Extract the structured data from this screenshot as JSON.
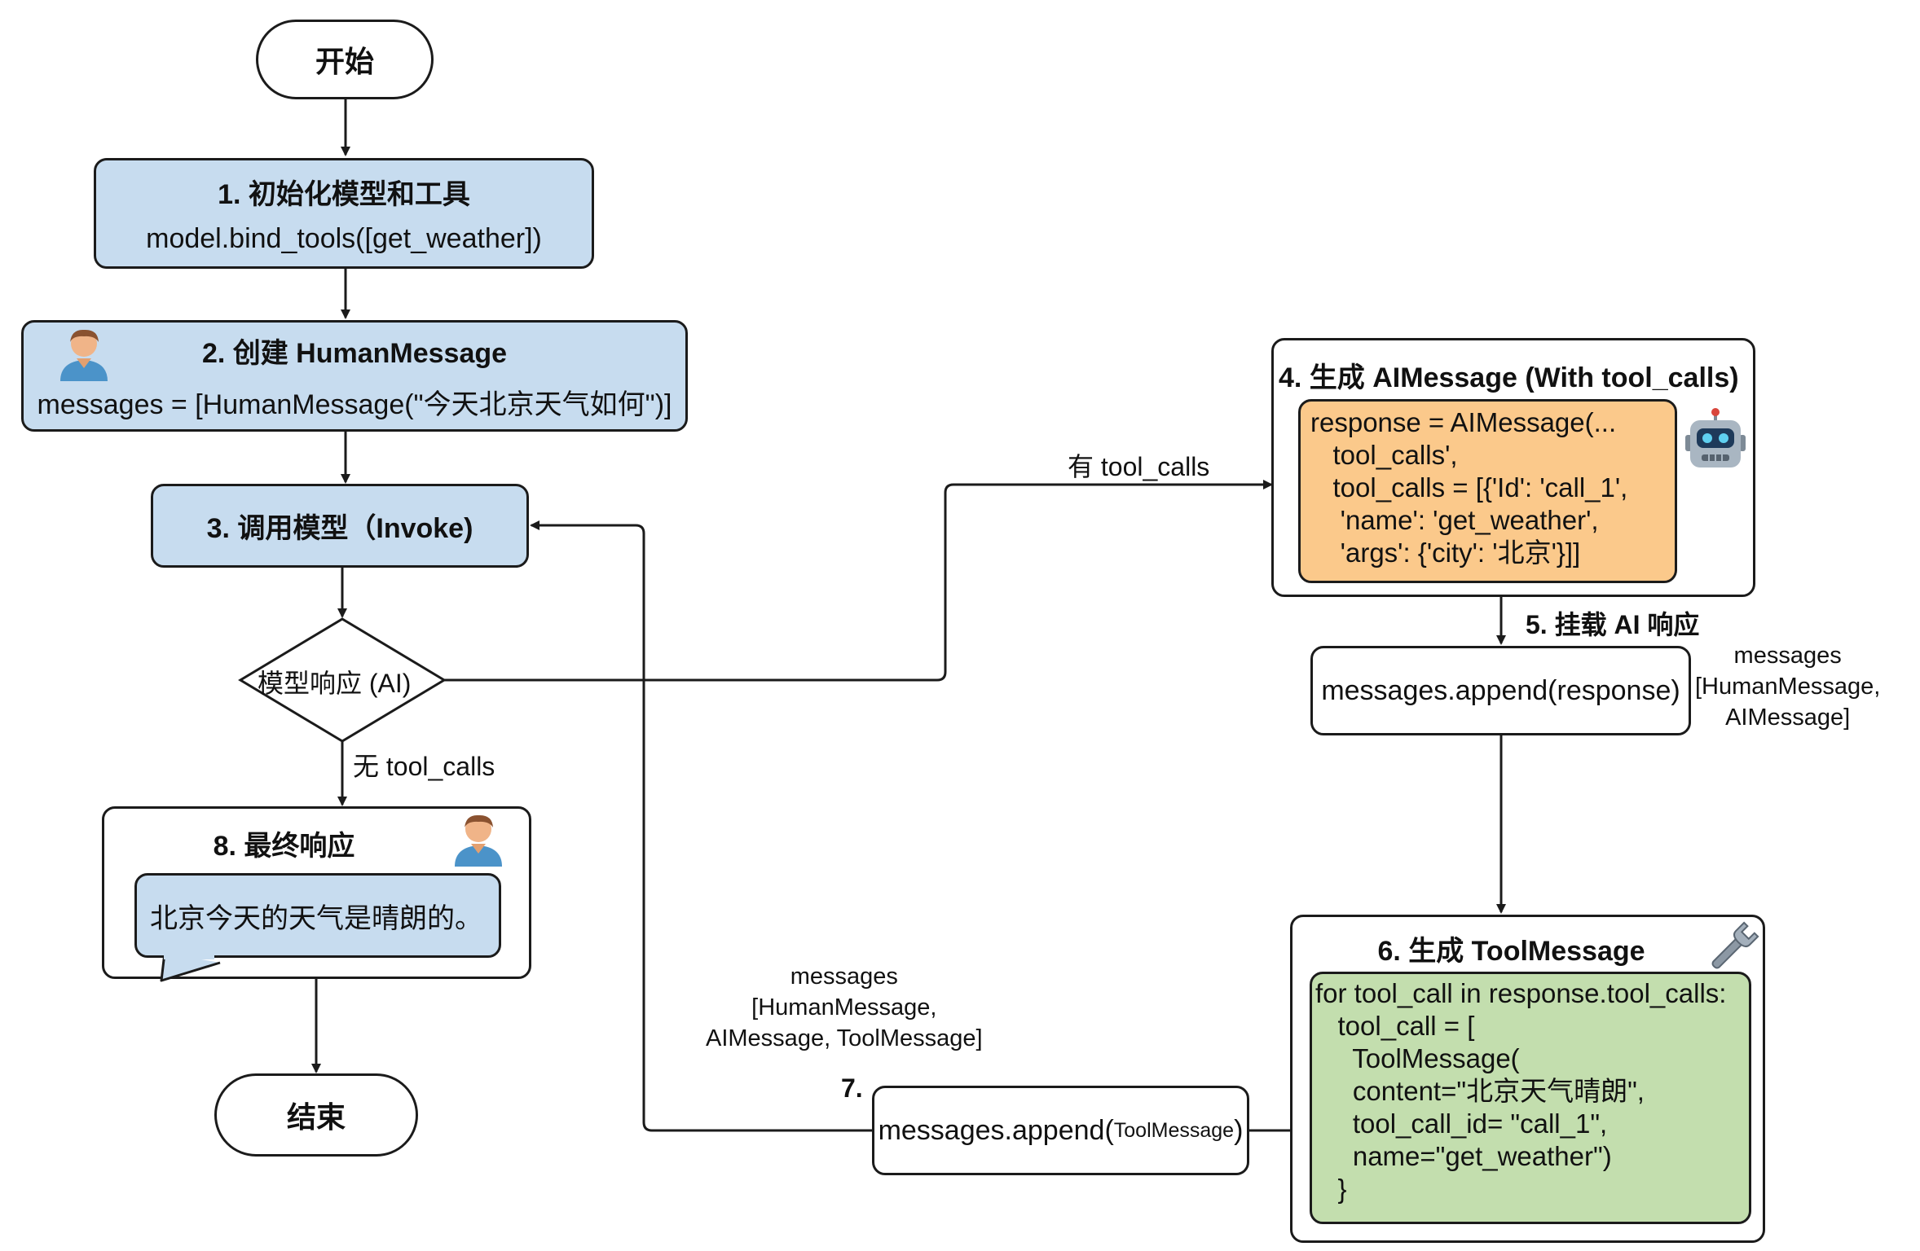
{
  "start": {
    "label": "开始"
  },
  "step1": {
    "title": "1. 初始化模型和工具",
    "code": "model.bind_tools([get_weather])"
  },
  "step2": {
    "title": "2. 创建 HumanMessage",
    "code": "messages = [HumanMessage(\"今天北京天气如何\")]"
  },
  "step3": {
    "title": "3. 调用模型（Invoke)"
  },
  "decision": {
    "label": "模型响应 (AI)",
    "yes_label": "有 tool_calls",
    "no_label": "无 tool_calls"
  },
  "step4": {
    "title": "4. 生成 AIMessage (With tool_calls)",
    "code": [
      "response = AIMessage(...",
      "   tool_calls',",
      "   tool_calls = [{'Id': 'call_1',",
      "    'name': 'get_weather',",
      "    'args': {'city': '北京'}]]"
    ]
  },
  "step5": {
    "title": "5. 挂载 AI 响应",
    "code": "messages.append(response)",
    "note": [
      "messages",
      "[HumanMessage,",
      "AIMessage]"
    ]
  },
  "step6": {
    "title": "6. 生成 ToolMessage",
    "code": [
      "for tool_call in response.tool_calls:",
      "   tool_call = [",
      "     ToolMessage(",
      "     content=\"北京天气晴朗\",",
      "     tool_call_id= \"call_1\",",
      "     name=\"get_weather\")",
      "   }"
    ]
  },
  "step7": {
    "title": "7.",
    "code_prefix": "messages.append(",
    "code_small": "ToolMessage",
    "code_suffix": ")",
    "note": [
      "messages",
      "[HumanMessage,",
      "AIMessage, ToolMessage]"
    ]
  },
  "step8": {
    "title": "8. 最终响应",
    "bubble": "北京今天的天气是晴朗的。"
  },
  "end": {
    "label": "结束"
  },
  "icons": {
    "human": "person-icon",
    "robot": "robot-icon",
    "tool": "wrench-icon"
  },
  "colors": {
    "blue_box": "#c7dcef",
    "orange_box": "#fbc98b",
    "green_box": "#c3deae",
    "line": "#1b1b1b"
  }
}
